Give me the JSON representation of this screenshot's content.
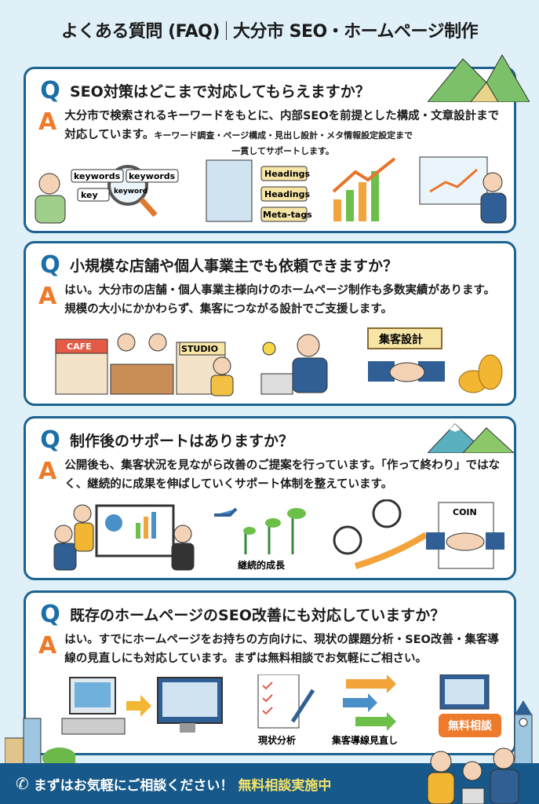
{
  "header": {
    "title_left": "よくある質問 (FAQ)",
    "title_right": "大分市 SEO・ホームページ制作"
  },
  "faqs": [
    {
      "q_mark": "Q",
      "a_mark": "A",
      "question": "SEO対策はどこまで対応してもらえますか？",
      "answer": "大分市で検索されるキーワードをもとに、内部SEOを前提とした構成・文章設計まで対応しています。",
      "answer_small": "キーワード調査・ページ構成・見出し設計・メタ情報設定設定まで",
      "answer_small2": "一貫してサポートします。",
      "labels": {
        "kw1": "keywords",
        "kw2": "keywords",
        "kw3": "key",
        "kw4": "keyword",
        "h1": "Headings",
        "h2": "Headings",
        "meta": "Meta-tags"
      }
    },
    {
      "q_mark": "Q",
      "a_mark": "A",
      "question": "小規模な店舗や個人事業主でも依頼できますか？",
      "answer": "はい。大分市の店舗・個人事業主様向けのホームページ制作も多数実績があります。規模の大小にかかわらず、集客につながる設計でご支援します。",
      "labels": {
        "cafe": "CAFE",
        "studio": "STUDIO",
        "sign": "集客設計"
      }
    },
    {
      "q_mark": "Q",
      "a_mark": "A",
      "question": "制作後のサポートはありますか？",
      "answer": "公開後も、集客状況を見ながら改善のご提案を行っています。「作って終わり」ではなく、継続的に成果を伸ばしていくサポート体制を整えています。",
      "labels": {
        "growth": "継続的成長",
        "coin": "COIN"
      }
    },
    {
      "q_mark": "Q",
      "a_mark": "A",
      "question": "既存のホームページのSEO改善にも対応していますか？",
      "answer": "はい。すでにホームページをお持ちの方向けに、現状の課題分析・SEO改善・集客導線の見直しにも対応しています。まずは無料相談でお気軽にご相さい。",
      "labels": {
        "analysis": "現状分析",
        "flow": "集客導線見直し",
        "consult": "無料相談"
      }
    }
  ],
  "footer": {
    "text": "まずはお気軽にご相談ください！",
    "highlight": "無料相談実施中"
  },
  "colors": {
    "bg": "#dff0f8",
    "border": "#1c6390",
    "q": "#1c6fa6",
    "a": "#ee7b2c",
    "footer": "#17598a",
    "highlight": "#f4e36a"
  }
}
